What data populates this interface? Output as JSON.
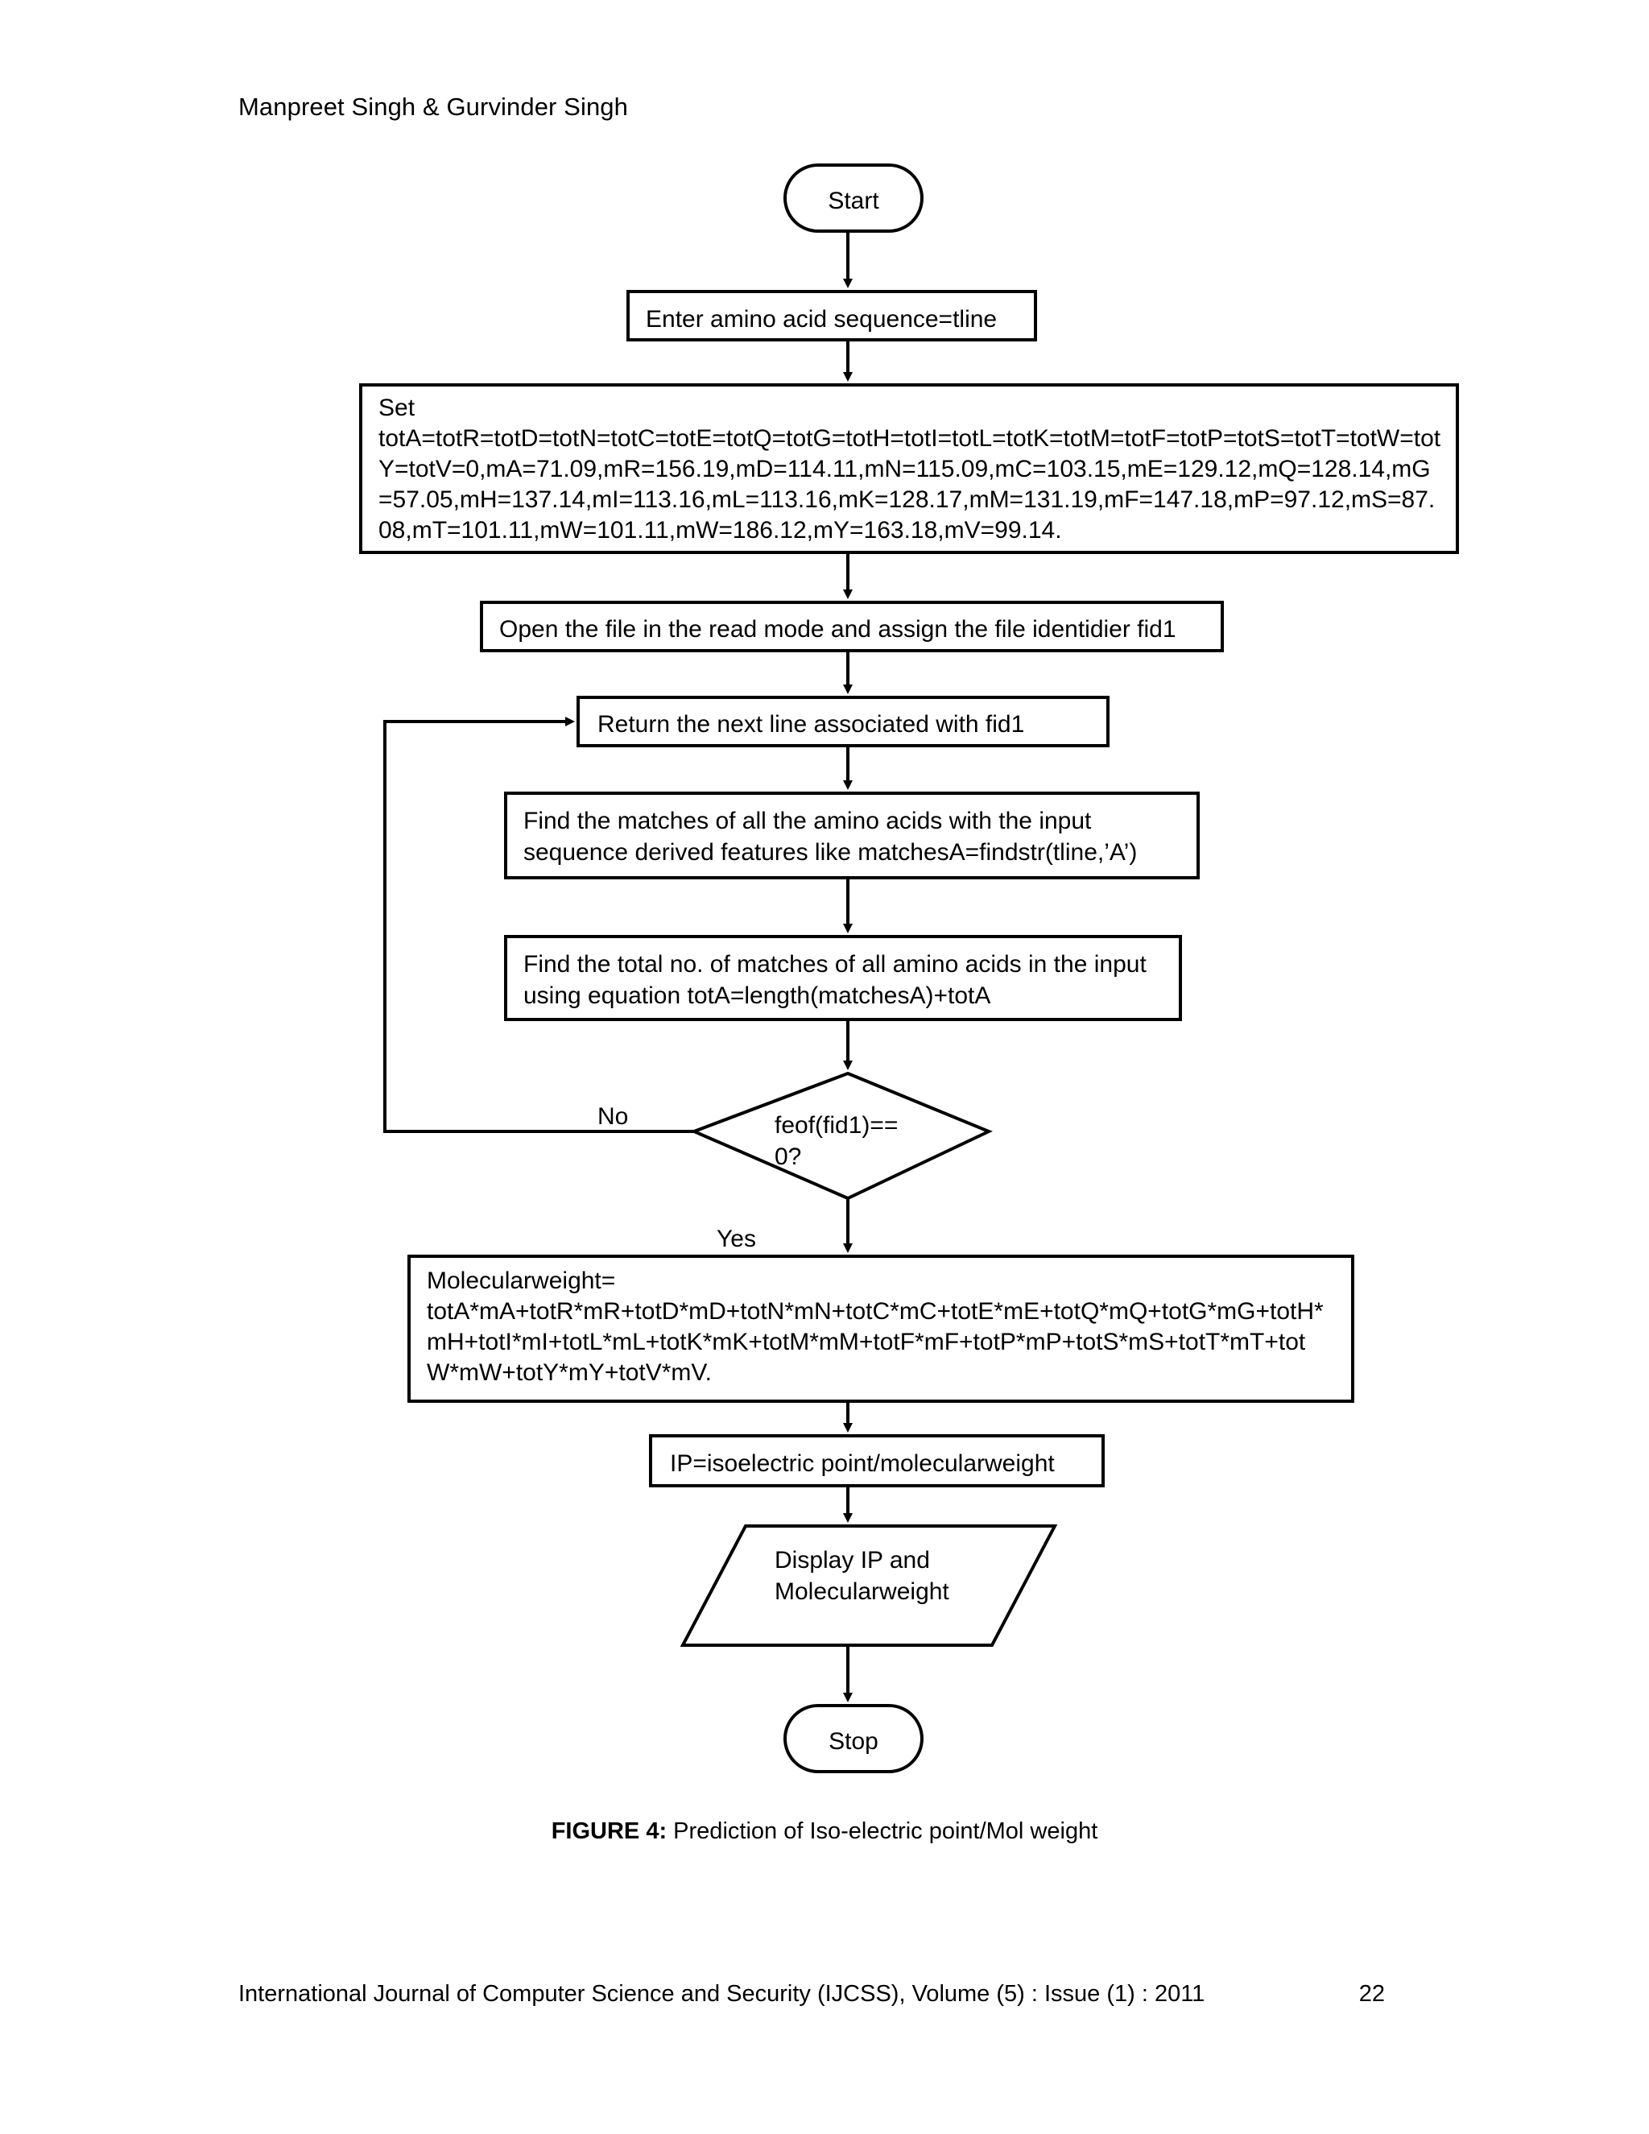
{
  "document": {
    "running_head": "Manpreet Singh & Gurvinder Singh",
    "caption_label": "FIGURE 4:",
    "caption_text": " Prediction of Iso-electric point/Mol weight",
    "footer_text": "International Journal of Computer Science and Security (IJCSS), Volume (5) : Issue (1) : 2011",
    "footer_page": "22"
  },
  "flowchart": {
    "title": "Prediction of Iso-electric point/Mol weight",
    "nodes": {
      "start": {
        "shape": "terminator",
        "label": "Start"
      },
      "enter_sequence": {
        "shape": "process",
        "label": "Enter amino acid sequence=tline"
      },
      "set_constants": {
        "shape": "process",
        "label": "Set\ntotA=totR=totD=totN=totC=totE=totQ=totG=totH=totI=totL=totK=totM=totF=totP=totS=totT=totW=tot\nY=totV=0,mA=71.09,mR=156.19,mD=114.11,mN=115.09,mC=103.15,mE=129.12,mQ=128.14,mG\n=57.05,mH=137.14,mI=113.16,mL=113.16,mK=128.17,mM=131.19,mF=147.18,mP=97.12,mS=87.\n08,mT=101.11,mW=101.11,mW=186.12,mY=163.18,mV=99.14."
      },
      "open_file": {
        "shape": "process",
        "label": "Open the file in the read mode and assign the file identidier fid1"
      },
      "return_line": {
        "shape": "process",
        "label": "Return the next line associated with fid1"
      },
      "find_matches": {
        "shape": "process",
        "label": "Find the matches of all the amino acids with the input\nsequence derived features like matchesA=findstr(tline,’A’)"
      },
      "find_total": {
        "shape": "process",
        "label": "Find the total no. of matches of all amino acids in the input\nusing equation totA=length(matchesA)+totA"
      },
      "eof_decision": {
        "shape": "decision",
        "label": "feof(fid1)==\n0?"
      },
      "molecular_weight": {
        "shape": "process",
        "label": "Molecularweight=\ntotA*mA+totR*mR+totD*mD+totN*mN+totC*mC+totE*mE+totQ*mQ+totG*mG+totH*\nmH+totI*mI+totL*mL+totK*mK+totM*mM+totF*mF+totP*mP+totS*mS+totT*mT+tot\nW*mW+totY*mY+totV*mV."
      },
      "ip_calc": {
        "shape": "process",
        "label": "IP=isoelectric point/molecularweight"
      },
      "display_output": {
        "shape": "parallelogram",
        "label": "Display IP and\nMolecularweight"
      },
      "stop": {
        "shape": "terminator",
        "label": "Stop"
      }
    },
    "edge_labels": {
      "no_branch": "No",
      "yes_branch": "Yes"
    },
    "colors": {
      "stroke": "#000000",
      "fill": "#ffffff",
      "text": "#000000"
    }
  }
}
